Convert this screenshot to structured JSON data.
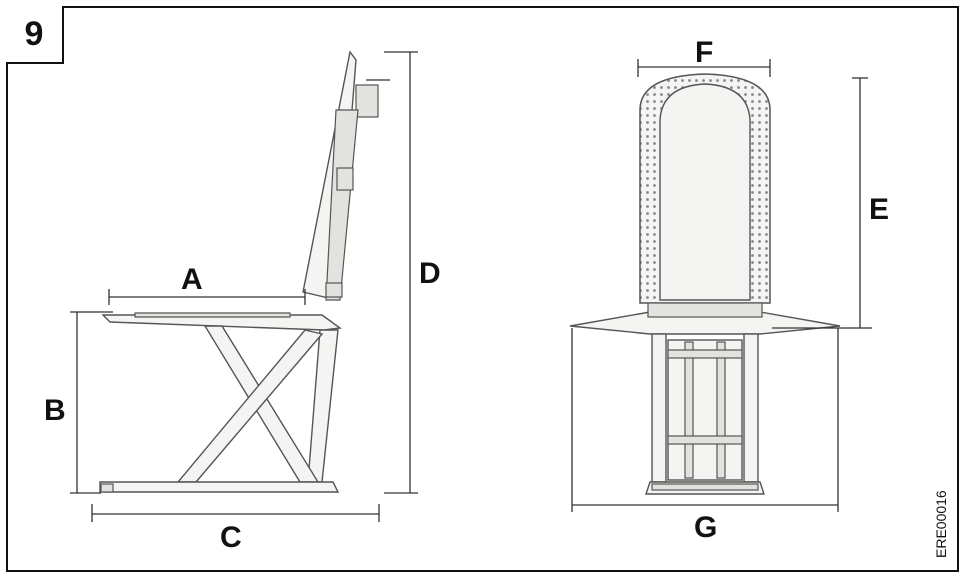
{
  "figure": {
    "number": "9",
    "code": "ERE00016"
  },
  "dimensions": {
    "A": "A",
    "B": "B",
    "C": "C",
    "D": "D",
    "E": "E",
    "F": "F",
    "G": "G"
  },
  "colors": {
    "line": "#333333",
    "frame": "#111111",
    "chair_fill": "#f4f4f2",
    "chair_outline": "#555555"
  }
}
